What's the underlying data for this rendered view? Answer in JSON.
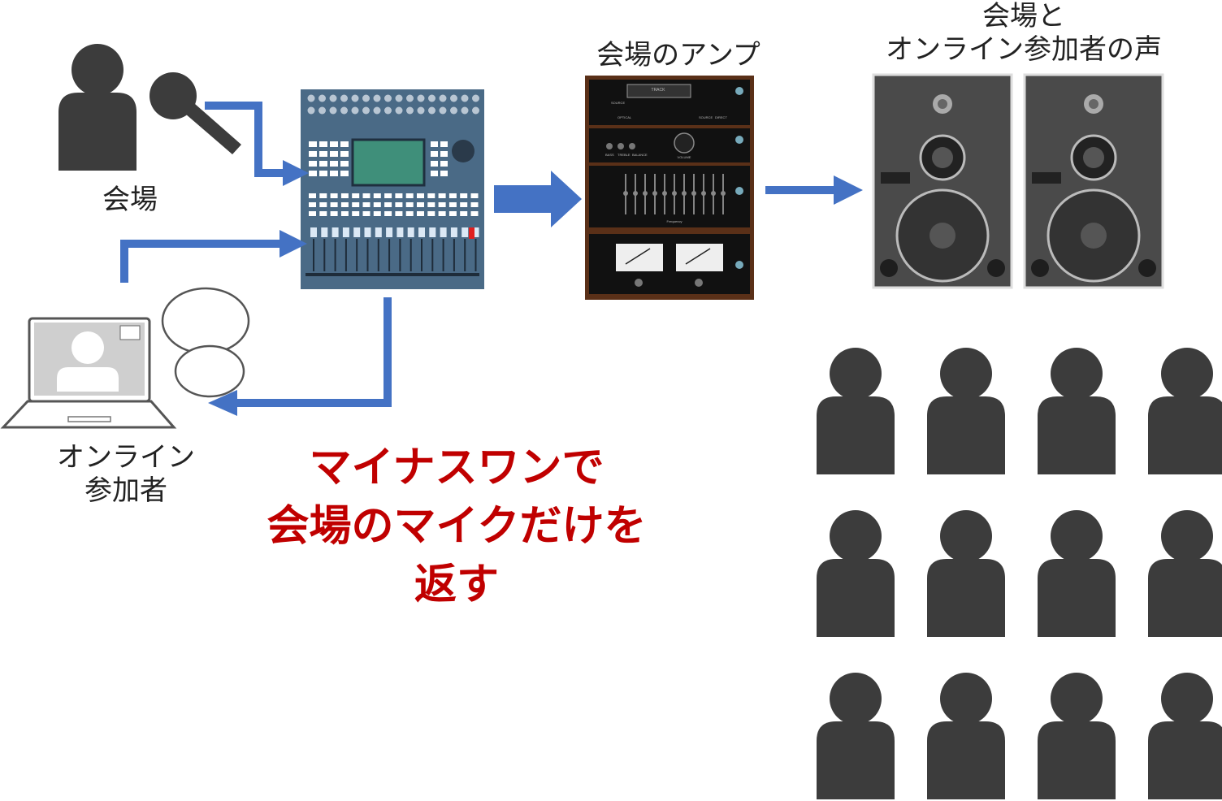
{
  "labels": {
    "venue": "会場",
    "online_line1": "オンライン",
    "online_line2": "参加者",
    "amp": "会場のアンプ",
    "speakers_line1": "会場と",
    "speakers_line2": "オンライン参加者の声"
  },
  "caption": {
    "line1": "マイナスワンで",
    "line2": "会場のマイクだけを",
    "line3": "返す"
  },
  "amp_panel": {
    "top_text": "TRACK",
    "source": "SOURCE",
    "optical": "OPTICAL",
    "direct": "DIRECT",
    "bass": "BASS",
    "treble": "TREBLE",
    "balance": "BALANCE",
    "volume": "VOLUME",
    "frequency": "Frequency"
  },
  "colors": {
    "arrow": "#4472c4",
    "silhouette": "#3c3c3c",
    "caption": "#c00000",
    "mixer": "#4a6a86",
    "mixer_screen": "#3f8f7a",
    "amp_wood": "#5a3018"
  },
  "audience": {
    "rows": 3,
    "cols": 4
  }
}
